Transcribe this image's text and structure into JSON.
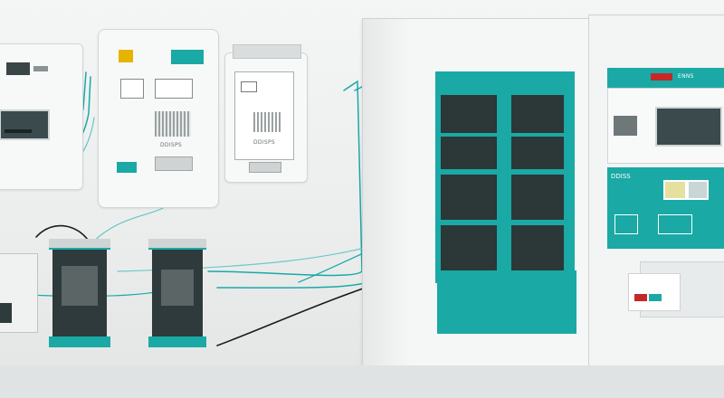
{
  "scene": {
    "colors": {
      "teal": "#1aa9a5",
      "dark": "#2e3a3b",
      "panel": "#f7f8f8",
      "wire_black": "#1b1b1b",
      "accent_yellow": "#e6b400",
      "accent_red": "#c62828"
    },
    "labels": {
      "left_unit": "DDISPS",
      "mid_unit": "DDISPS",
      "right_box": "DDISS",
      "right_small": "ENNS"
    }
  }
}
